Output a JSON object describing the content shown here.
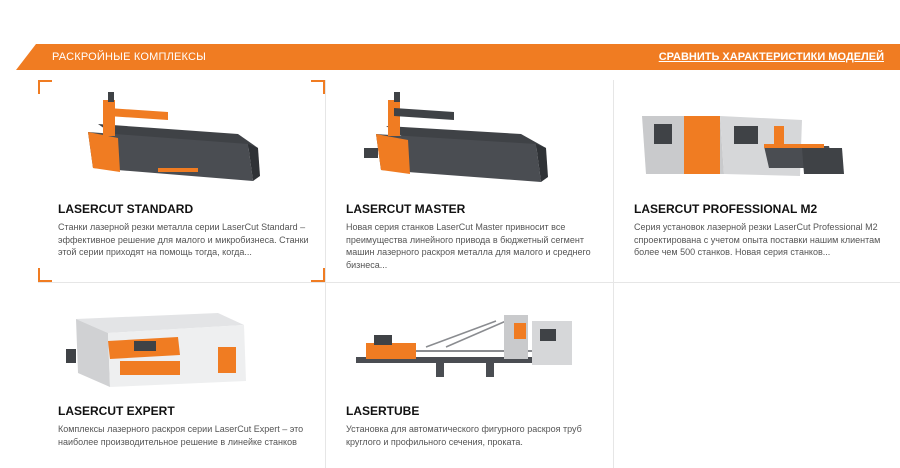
{
  "header": {
    "section_title": "РАСКРОЙНЫЕ КОМПЛЕКСЫ",
    "compare_link": "СРАВНИТЬ ХАРАКТЕРИСТИКИ МОДЕЛЕЙ"
  },
  "colors": {
    "accent": "#f07c22",
    "machine_dark": "#3f4246",
    "machine_gray": "#c9cacc"
  },
  "products": [
    {
      "name": "LASERCUT STANDARD",
      "description": "Станки лазерной резки металла серии LaserCut Standard – эффективное решение для малого и микробизнеса. Станки этой серии приходят на помощь тогда, когда..."
    },
    {
      "name": "LASERCUT MASTER",
      "description": "Новая серия станков LaserCut Master привносит все преимущества линейного привода в бюджетный сегмент машин лазерного раскроя металла для малого и среднего бизнеса..."
    },
    {
      "name": "LASERCUT PROFESSIONAL M2",
      "description": "Серия установок лазерной резки LaserCut Professional M2 спроектирована с учетом опыта поставки нашим клиентам более чем 500 станков. Новая серия станков..."
    },
    {
      "name": "LASERCUT EXPERT",
      "description": "Комплексы лазерного раскроя серии LaserCut Expert – это наиболее производительное решение в линейке станков"
    },
    {
      "name": "LASERTUBE",
      "description": "Установка для автоматического фигурного раскроя труб круглого и профильного сечения, проката."
    }
  ]
}
